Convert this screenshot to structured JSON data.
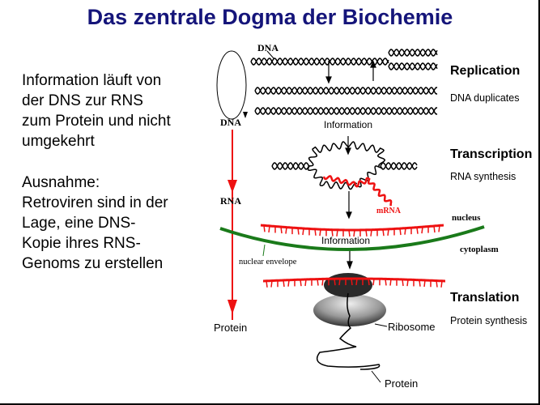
{
  "title": "Das zentrale Dogma der Biochemie",
  "body": {
    "paragraph1": [
      "Information läuft von",
      "der DNS zur RNS",
      "zum Protein und nicht",
      "umgekehrt"
    ],
    "paragraph2": [
      "Ausnahme:",
      "Retroviren sind in der",
      "Lage, eine DNS-",
      "Kopie ihres RNS-",
      "Genoms zu erstellen"
    ]
  },
  "diagram": {
    "left_axis": {
      "dna": "DNA",
      "rna": "RNA",
      "protein": "Protein"
    },
    "dna_top": "DNA",
    "information_1": "Information",
    "information_2": "Information",
    "mrna": "mRNA",
    "nucleus": "nucleus",
    "cytoplasm": "cytoplasm",
    "nuclear_envelope": "nuclear envelope",
    "ribosome": "Ribosome",
    "protein_chain": "Protein",
    "stages": [
      {
        "title": "Replication",
        "subtitle": "DNA duplicates"
      },
      {
        "title": "Transcription",
        "subtitle": "RNA synthesis"
      },
      {
        "title": "Translation",
        "subtitle": "Protein synthesis"
      }
    ],
    "colors": {
      "title": "#15157a",
      "rna": "#ee1111",
      "envelope": "#1a7a1a"
    }
  }
}
